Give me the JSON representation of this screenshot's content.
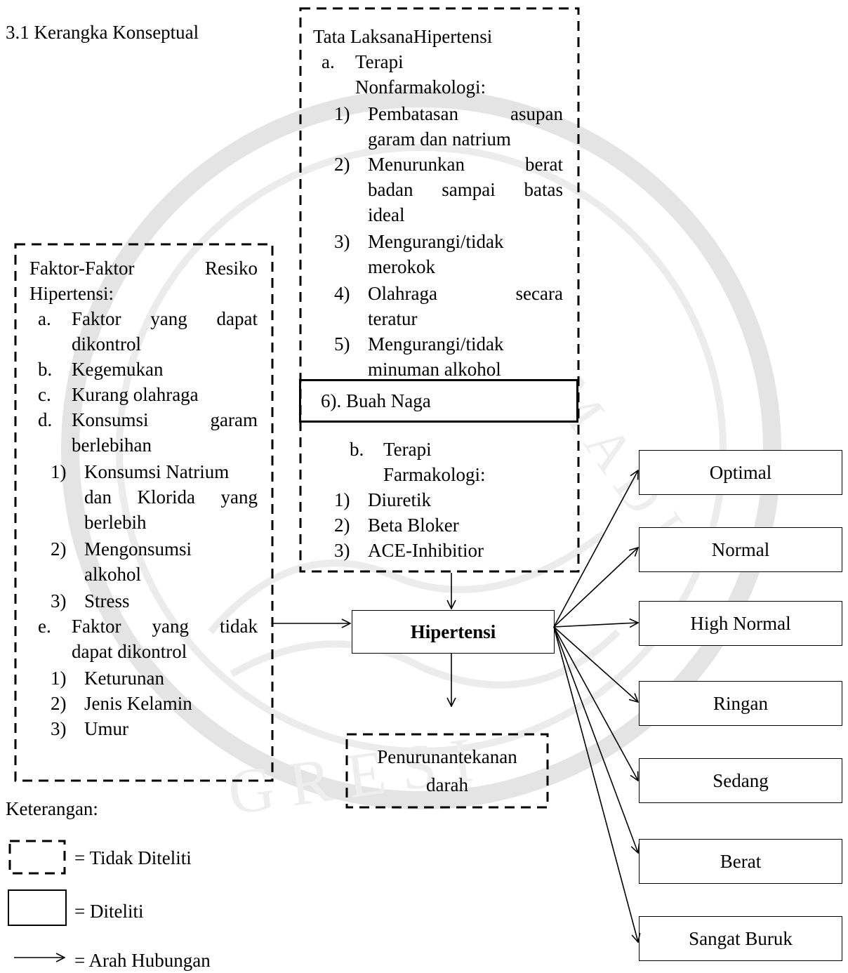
{
  "title": "3.1 Kerangka Konseptual",
  "tata": {
    "heading": "Tata LaksanaHipertensi",
    "a_marker": "a.",
    "a_line1": "Terapi",
    "a_line2": "Nonfarmakologi:",
    "items": [
      {
        "num": "1)",
        "lines": [
          "Pembatasan asupan",
          "garam dan natrium"
        ]
      },
      {
        "num": "2)",
        "lines": [
          "Menurunkan berat",
          "badan sampai batas",
          "ideal"
        ]
      },
      {
        "num": "3)",
        "lines": [
          "Mengurangi/tidak",
          "merokok"
        ]
      },
      {
        "num": "4)",
        "lines": [
          "Olahraga secara",
          "teratur"
        ]
      },
      {
        "num": "5)",
        "lines": [
          "Mengurangi/tidak",
          "minuman alkohol"
        ]
      }
    ],
    "buah_naga": "6). Buah Naga",
    "b_marker": "b.",
    "b_line1": "Terapi",
    "b_line2": "Farmakologi:",
    "b_items": [
      {
        "num": "1)",
        "text": "Diuretik"
      },
      {
        "num": "2)",
        "text": "Beta Bloker"
      },
      {
        "num": "3)",
        "text": "ACE-Inhibitior"
      }
    ]
  },
  "faktor": {
    "heading1": "Faktor-Faktor Resiko",
    "heading2": "Hipertensi:",
    "a_marker": "a.",
    "a_lines": [
      "Faktor yang dapat",
      "dikontrol"
    ],
    "b_marker": "b.",
    "b_text": "Kegemukan",
    "c_marker": "c.",
    "c_text": "Kurang olahraga",
    "d_marker": "d.",
    "d_lines": [
      "Konsumsi garam",
      "berlebihan"
    ],
    "d_items": [
      {
        "num": "1)",
        "lines": [
          "Konsumsi Natrium",
          "dan Klorida yang",
          "berlebih"
        ]
      },
      {
        "num": "2)",
        "lines": [
          "Mengonsumsi",
          "alkohol"
        ]
      },
      {
        "num": "3)",
        "lines": [
          "Stress"
        ]
      }
    ],
    "e_marker": "e.",
    "e_lines": [
      "Faktor yang tidak",
      "dapat dikontrol"
    ],
    "e_items": [
      {
        "num": "1)",
        "text": "Keturunan"
      },
      {
        "num": "2)",
        "text": "Jenis Kelamin"
      },
      {
        "num": "3)",
        "text": "Umur"
      }
    ]
  },
  "hipertensi": "Hipertensi",
  "penurunan": {
    "line1": "Penurunantekanan",
    "line2": "darah"
  },
  "categories": [
    "Optimal",
    "Normal",
    "High Normal",
    "Ringan",
    "Sedang",
    "Berat",
    "Sangat Buruk"
  ],
  "legend": {
    "heading": "Keterangan:",
    "dashed": "= Tidak Diteliti",
    "solid": "= Diteliti",
    "arrow": "= Arah Hubungan"
  },
  "colors": {
    "line": "#000000",
    "watermark": "#e6e6e6"
  }
}
